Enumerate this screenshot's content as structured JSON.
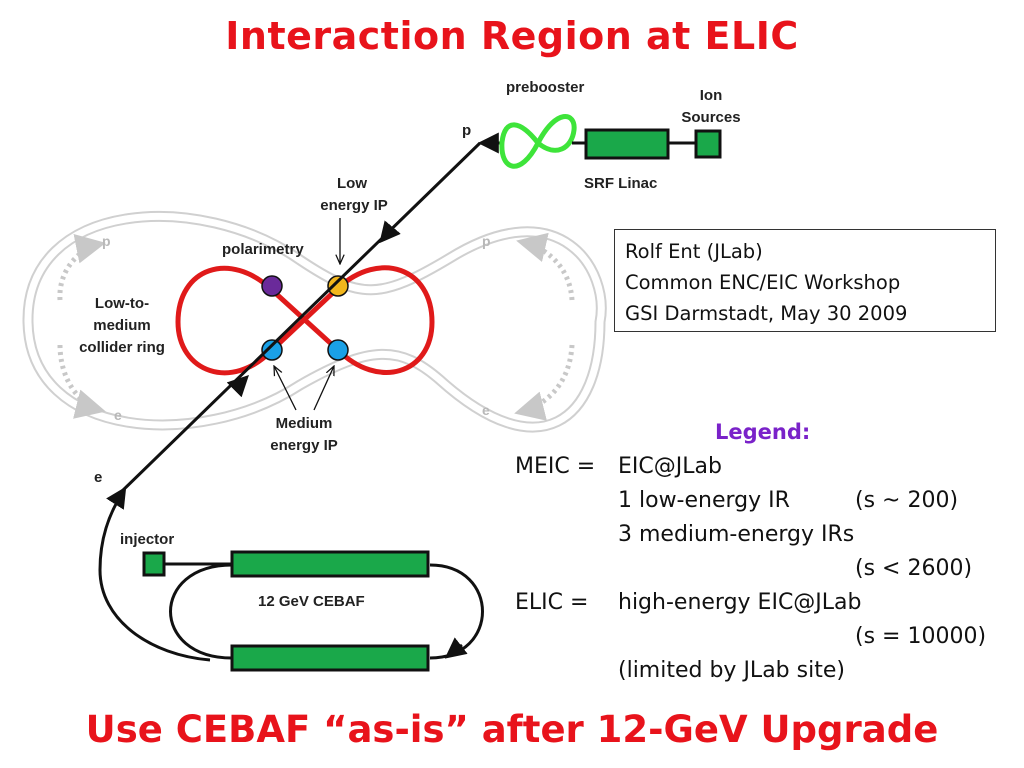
{
  "title": "Interaction Region at ELIC",
  "footer": "Use CEBAF “as-is” after 12-GeV Upgrade",
  "labels": {
    "prebooster": "prebooster",
    "ion_sources_1": "Ion",
    "ion_sources_2": "Sources",
    "srf_linac": "SRF Linac",
    "p_beam": "p",
    "e_beam": "e",
    "low_energy_ip_1": "Low",
    "low_energy_ip_2": "energy IP",
    "polarimetry": "polarimetry",
    "ring_1": "Low-to-",
    "ring_2": "medium",
    "ring_3": "collider ring",
    "medium_ip_1": "Medium",
    "medium_ip_2": "energy IP",
    "injector": "injector",
    "cebaf": "12 GeV CEBAF",
    "ghost_p_left": "p",
    "ghost_p_right": "p",
    "ghost_e_left": "e",
    "ghost_e_right": "e"
  },
  "credit": {
    "line1": "Rolf Ent (JLab)",
    "line2": "Common ENC/EIC Workshop",
    "line3": "GSI Darmstadt, May 30 2009"
  },
  "legend": {
    "heading": "Legend:",
    "meic_key": "MEIC =",
    "meic_value": "EIC@JLab",
    "meic_line2": "1 low-energy IR",
    "meic_line2_s": "(s ~ 200)",
    "meic_line3": "3 medium-energy IRs",
    "meic_line4": "(s < 2600)",
    "elic_key": "ELIC  =",
    "elic_value": "high-energy EIC@JLab",
    "elic_line2": "(s = 10000)",
    "elic_line3": "(limited by JLab site)"
  },
  "colors": {
    "title": "#e8131b",
    "ring": "#e01a1a",
    "linac_green": "#1aa84a",
    "prebooster_green": "#3ee43a",
    "polarimetry_dot": "#6a2a9a",
    "low_ip_dot": "#f2b61c",
    "medium_ip_dot": "#1aa0e6",
    "legend_heading": "#7a22c9",
    "ghost_ring": "#c8c8c8"
  }
}
